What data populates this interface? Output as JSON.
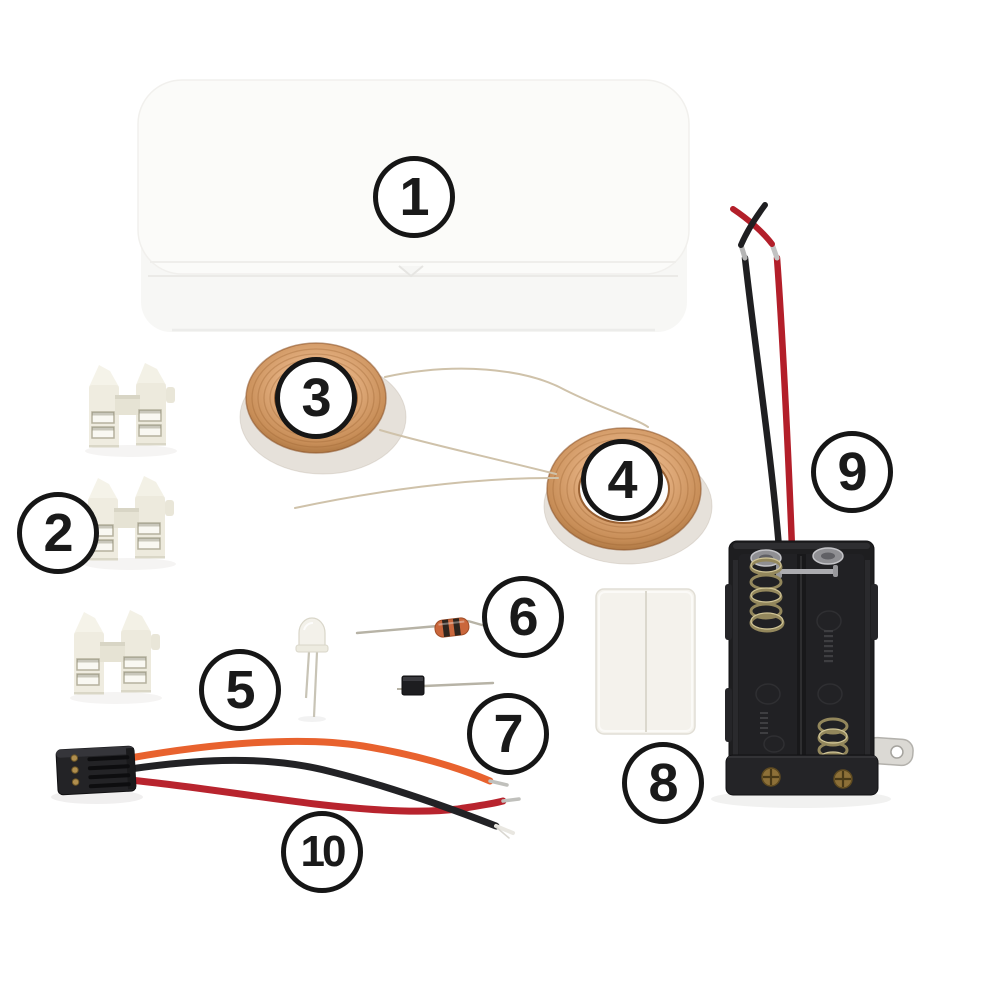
{
  "figure": {
    "description": "Parts photo of a DIY wireless-power electronics kit on a white background with ten numbered callouts",
    "background": "#ffffff"
  },
  "callouts": [
    {
      "label": "1",
      "part": "plastic-storage-box"
    },
    {
      "label": "2",
      "part": "terminal-block-connectors"
    },
    {
      "label": "3",
      "part": "copper-induction-coil-a"
    },
    {
      "label": "4",
      "part": "copper-induction-coil-b"
    },
    {
      "label": "5",
      "part": "led"
    },
    {
      "label": "6",
      "part": "resistor"
    },
    {
      "label": "7",
      "part": "transistor"
    },
    {
      "label": "8",
      "part": "white-adhesive-pad"
    },
    {
      "label": "9",
      "part": "battery-holder-with-leads"
    },
    {
      "label": "10",
      "part": "three-wire-jumper-cable"
    }
  ],
  "palette": {
    "background": "#ffffff",
    "callout_fill": "#ffffff",
    "callout_border": "#161616",
    "copper": "#dca97c",
    "copper_dark": "#a5703c",
    "cream_plastic": "#efece0",
    "box_white": "#fbfbf9",
    "pad_white": "#f4f2ec",
    "wire_red": "#b8242e",
    "wire_black": "#222225",
    "wire_orange": "#e8622e",
    "coil_wire_beige": "#cfc2aa",
    "holder_black": "#1e1e20",
    "spring_bronze": "#93875c",
    "screw_gold": "#8d7038",
    "metal_silver": "#b9b9bc"
  }
}
